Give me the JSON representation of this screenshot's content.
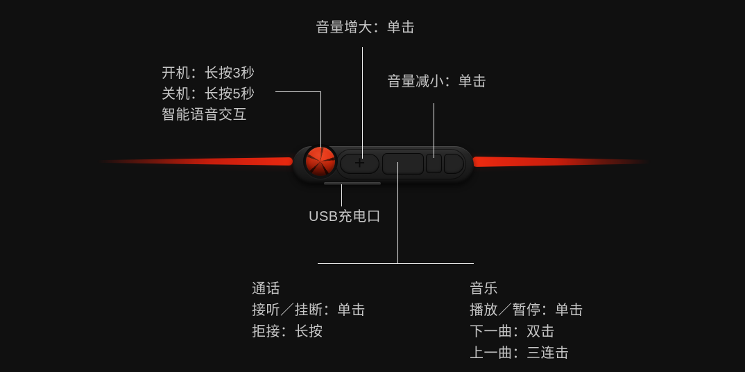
{
  "annotations": {
    "volume_up": {
      "label": "音量增大：单击"
    },
    "power": {
      "lines": [
        "开机：长按3秒",
        "关机：长按5秒",
        "智能语音交互"
      ]
    },
    "volume_down": {
      "label": "音量减小：单击"
    },
    "usb": {
      "label": "USB充电口"
    },
    "call": {
      "title": "通话",
      "lines": [
        "接听／挂断：单击",
        "拒接：长按"
      ]
    },
    "music": {
      "title": "音乐",
      "lines": [
        "播放／暂停：单击",
        "下一曲：双击",
        "上一曲：三连击"
      ]
    }
  },
  "device": {
    "plus_button_glyph": "+"
  },
  "colors": {
    "background": "#101010",
    "annotation_text": "#c7c7c7",
    "callout_line": "#ebebeb",
    "cable_red": "#e2250f",
    "power_button_red": "#d42410",
    "module_body": "#1d1d1d"
  }
}
